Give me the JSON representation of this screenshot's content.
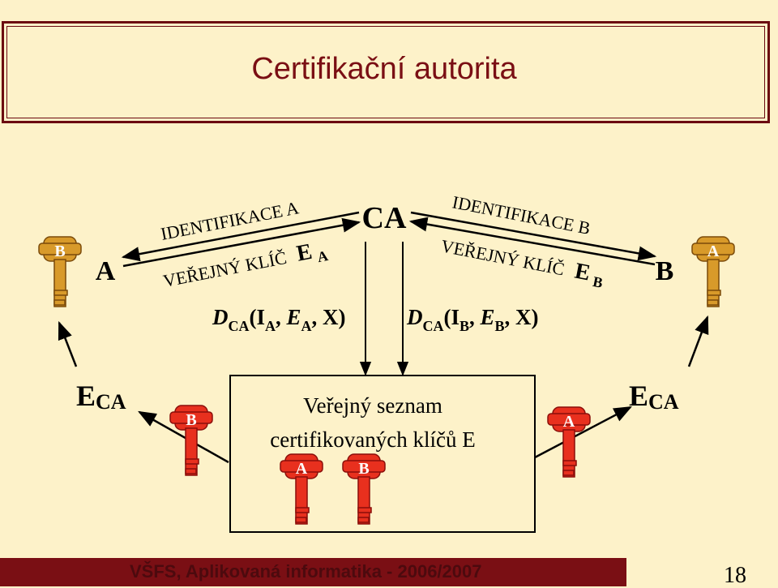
{
  "title": "Certifikační autorita",
  "nodes": {
    "ca": "CA",
    "a": "A",
    "b": "B"
  },
  "arrows": {
    "ident_a": "IDENTIFIKACE A",
    "key_a_prefix": "VEŘEJNÝ KLÍČ",
    "key_a_letter": "E",
    "key_a_sub": "A",
    "ident_b": "IDENTIFIKACE B",
    "key_b_prefix": "VEŘEJNÝ KLÍČ",
    "key_b_letter": "E",
    "key_b_sub": "B"
  },
  "certificates": {
    "a": {
      "D": "D",
      "sub": "CA",
      "open": "(I",
      "isub": "A",
      "comma1": ", ",
      "E": "E",
      "esub": "A",
      "tail": ", X)"
    },
    "b": {
      "D": "D",
      "sub": "CA",
      "open": "(I",
      "isub": "B",
      "comma1": ", ",
      "E": "E",
      "esub": "B",
      "tail": ", X)"
    }
  },
  "eca": {
    "letter": "E",
    "sub": "CA"
  },
  "registry": {
    "line1": "Veřejný seznam",
    "line2": "certifikovaných klíčů E"
  },
  "keys": {
    "gold_left": "B",
    "gold_right": "A",
    "red_left": "B",
    "red_right": "A",
    "box_a": "A",
    "box_b": "B"
  },
  "colors": {
    "background": "#fdf2c9",
    "title": "#7a0f14",
    "gold_key": "#d89a2a",
    "red_key": "#e8301e"
  },
  "footer": {
    "text": "VŠFS, Aplikovaná informatika - 2006/2007",
    "page": "18"
  }
}
